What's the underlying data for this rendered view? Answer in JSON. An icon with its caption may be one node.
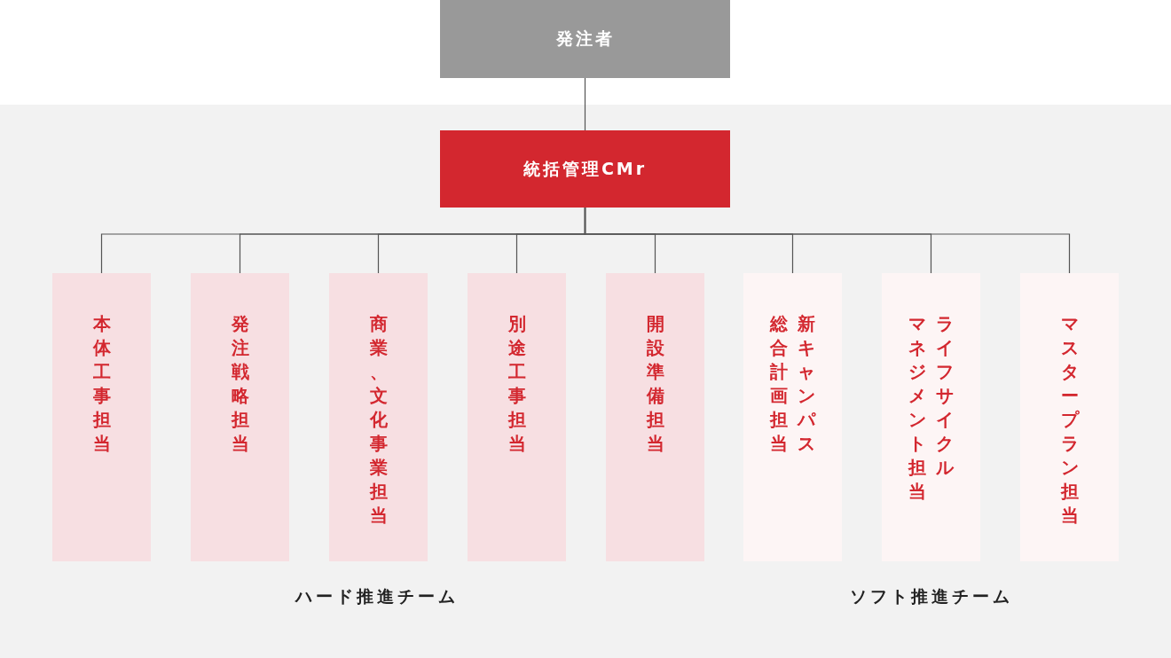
{
  "diagram": {
    "nodes": [
      {
        "text": [
          "発注者"
        ]
      },
      {
        "text": [
          "統括管理CMr"
        ]
      },
      {
        "text": [
          "本体工事担当"
        ]
      },
      {
        "text": [
          "発注戦略担当"
        ]
      },
      {
        "text": [
          "商業、文化事業担当"
        ]
      },
      {
        "text": [
          "別途工事担当"
        ]
      },
      {
        "text": [
          "開設準備担当"
        ]
      },
      {
        "text": [
          "新キャンパス総合計画担当"
        ]
      },
      {
        "text": [
          "ライフサイクルマネジメント担当"
        ]
      },
      {
        "text": [
          "マスタープラン担当"
        ]
      }
    ],
    "edges": [
      {
        "from": 0,
        "to": 1,
        "arrow": "none"
      },
      {
        "from": 1,
        "to": 2,
        "arrow": "none"
      },
      {
        "from": 1,
        "to": 3,
        "arrow": "none"
      },
      {
        "from": 1,
        "to": 4,
        "arrow": "none"
      },
      {
        "from": 1,
        "to": 5,
        "arrow": "none"
      },
      {
        "from": 1,
        "to": 6,
        "arrow": "none"
      },
      {
        "from": 1,
        "to": 7,
        "arrow": "none"
      },
      {
        "from": 1,
        "to": 8,
        "arrow": "none"
      },
      {
        "from": 1,
        "to": 9,
        "arrow": "none"
      }
    ],
    "labels": [
      "ハード推進チーム",
      "ソフト推進チーム"
    ]
  }
}
